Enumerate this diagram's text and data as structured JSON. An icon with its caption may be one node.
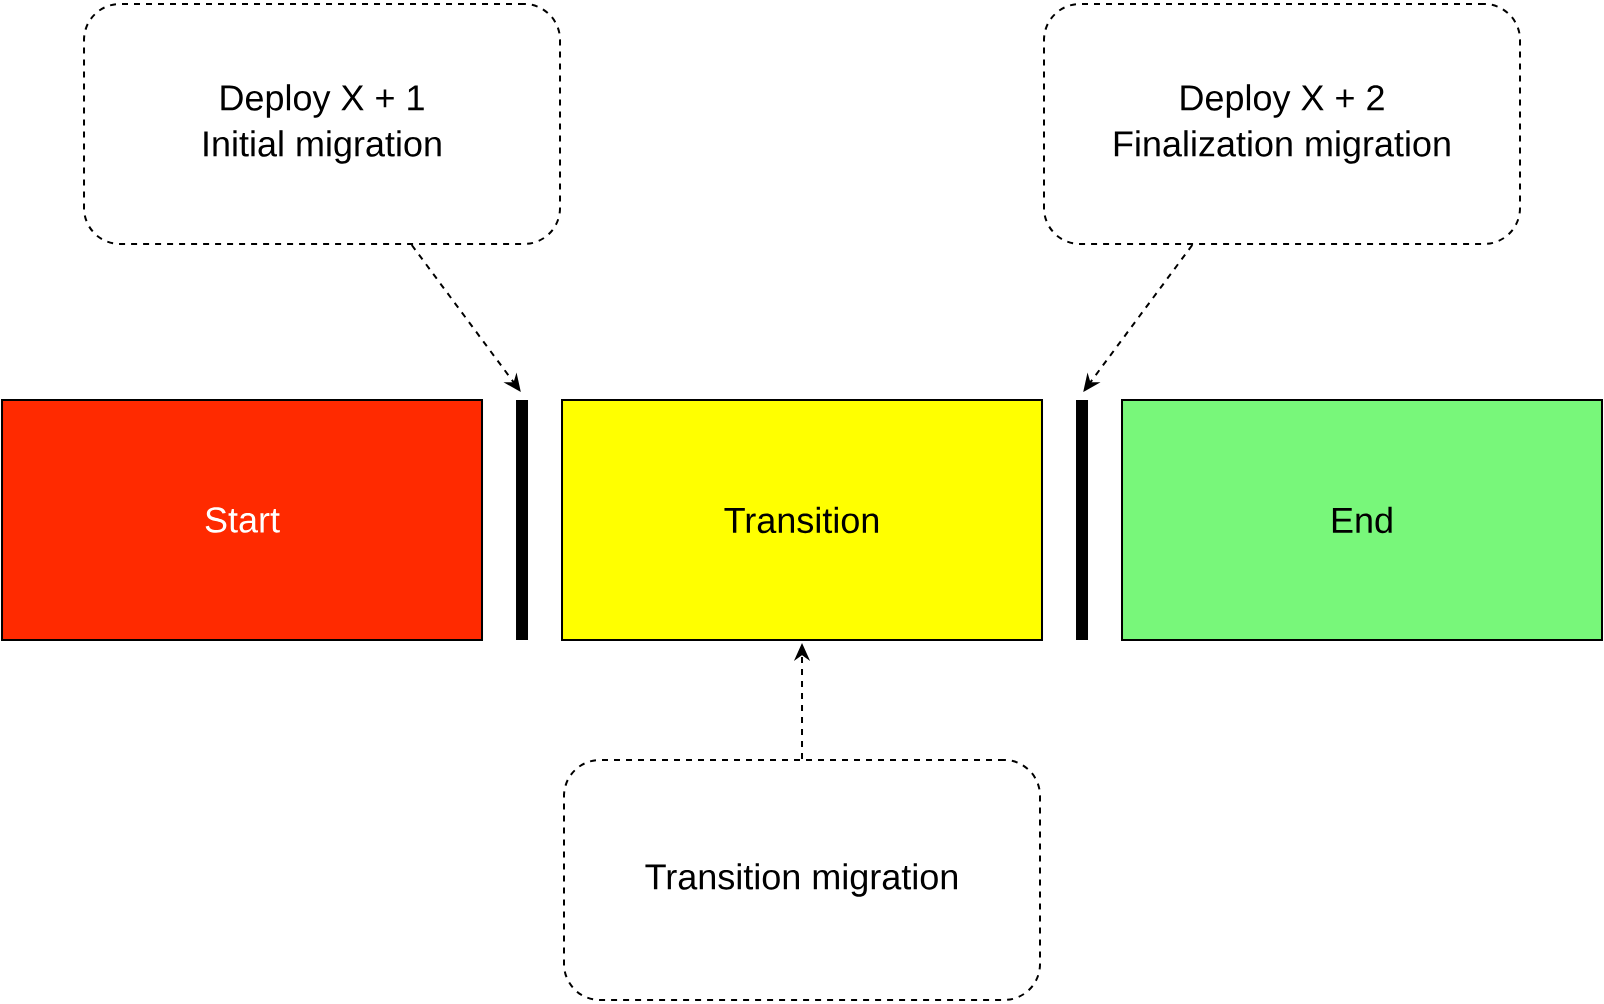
{
  "diagram": {
    "nodes": [
      {
        "text": [
          "Deploy X + 1 Initial migration"
        ]
      },
      {
        "text": [
          "Deploy X + 2 Finalization migration"
        ]
      },
      {
        "text": [
          "Start"
        ]
      },
      {
        "text": [
          "Transition"
        ]
      },
      {
        "text": [
          "End"
        ]
      },
      {
        "text": [],
        "shape": "bar"
      },
      {
        "text": [],
        "shape": "bar"
      },
      {
        "text": [
          "Transition migration"
        ]
      }
    ],
    "edges": [
      {
        "from": 0,
        "to": 5,
        "arrow": "to",
        "style": "dashed"
      },
      {
        "from": 1,
        "to": 6,
        "arrow": "to",
        "style": "dashed"
      },
      {
        "from": 7,
        "to": 3,
        "arrow": "to",
        "style": "dashed"
      }
    ]
  }
}
